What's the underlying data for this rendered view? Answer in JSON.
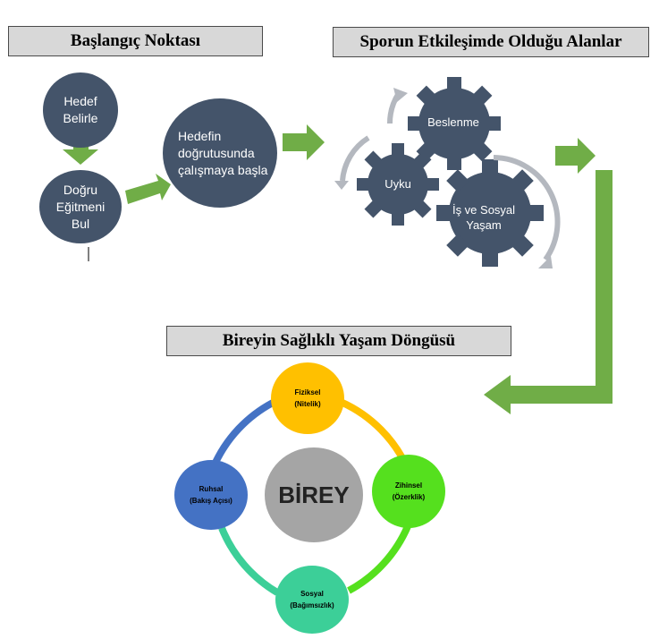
{
  "headers": {
    "start": "Başlangıç Noktası",
    "areas": "Sporun Etkileşimde Olduğu Alanlar",
    "cycle": "Bireyin Sağlıklı Yaşam Döngüsü"
  },
  "start_steps": {
    "goal": "Hedef Belirle",
    "coach": "Doğru Eğitmeni Bul",
    "work": "Hedefin doğrutusunda çalışmaya başla"
  },
  "gears": {
    "nutrition": "Beslenme",
    "sleep": "Uyku",
    "work_social": "İş ve Sosyal Yaşam"
  },
  "cycle": {
    "center": "BİREY",
    "physical": {
      "name": "Fiziksel",
      "sub": "(Nitelik)"
    },
    "mental": {
      "name": "Zihinsel",
      "sub": "(Özerklik)"
    },
    "social": {
      "name": "Sosyal",
      "sub": "(Bağımsızlık)"
    },
    "spiritual": {
      "name": "Ruhsal",
      "sub": "(Bakış Açısı)"
    }
  },
  "colors": {
    "node": "#44546a",
    "arrow": "#70ad47",
    "physical": "#ffc000",
    "mental": "#55e01e",
    "social": "#3ccf98",
    "spiritual": "#4472c4",
    "center": "#a5a5a5"
  }
}
